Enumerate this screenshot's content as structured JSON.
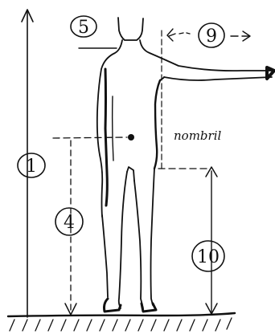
{
  "labels": {
    "m1": "1",
    "m4": "4",
    "m5": "5",
    "m9": "9",
    "m10": "10",
    "navel": "nombril"
  }
}
